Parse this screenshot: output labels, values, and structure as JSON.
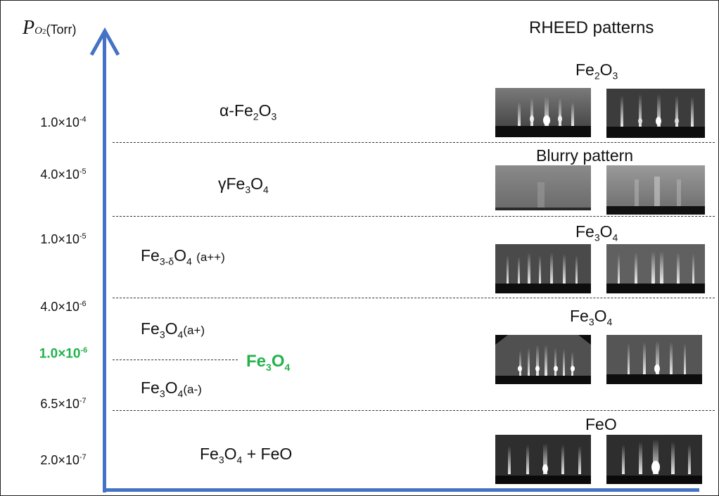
{
  "axis": {
    "symbol": "P",
    "subscript_var": "O",
    "subscript_num": "2",
    "unit": "(Torr)"
  },
  "pressures": [
    {
      "mantissa": "1.0×10",
      "exp": "-4"
    },
    {
      "mantissa": "4.0×10",
      "exp": "-5"
    },
    {
      "mantissa": "1.0×10",
      "exp": "-5"
    },
    {
      "mantissa": "4.0×10",
      "exp": "-6"
    },
    {
      "mantissa": "1.0×10",
      "exp": "-6"
    },
    {
      "mantissa": "6.5×10",
      "exp": "-7"
    },
    {
      "mantissa": "2.0×10",
      "exp": "-7"
    }
  ],
  "phases": {
    "alpha": {
      "pre": "α-Fe",
      "s1": "2",
      "mid": "O",
      "s2": "3"
    },
    "gamma": {
      "pre": "γFe",
      "s1": "3",
      "mid": "O",
      "s2": "4"
    },
    "delta": {
      "pre": "Fe",
      "s1": "3-δ",
      "mid": "O",
      "s2": "4",
      "tag": "(a++)"
    },
    "aplus": {
      "pre": "Fe",
      "s1": "3",
      "mid": "O",
      "s2": "4",
      "tag": "(a+)"
    },
    "center": {
      "pre": "Fe",
      "s1": "3",
      "mid": "O",
      "s2": "4"
    },
    "aminus": {
      "pre": "Fe",
      "s1": "3",
      "mid": "O",
      "s2": "4",
      "tag": "(a-)"
    },
    "mix": {
      "pre": "Fe",
      "s1": "3",
      "mid": "O",
      "s2": "4",
      "post": " + FeO"
    }
  },
  "rheed": {
    "title": "RHEED patterns",
    "labels": {
      "fe2o3": {
        "pre": "Fe",
        "s1": "2",
        "mid": "O",
        "s2": "3"
      },
      "blurry": "Blurry pattern",
      "fe3o4a": {
        "pre": "Fe",
        "s1": "3",
        "mid": "O",
        "s2": "4"
      },
      "fe3o4b": {
        "pre": "Fe",
        "s1": "3",
        "mid": "O",
        "s2": "4"
      },
      "feo": "FeO"
    }
  },
  "colors": {
    "axis": "#4472c4",
    "highlight": "#22b24c"
  }
}
